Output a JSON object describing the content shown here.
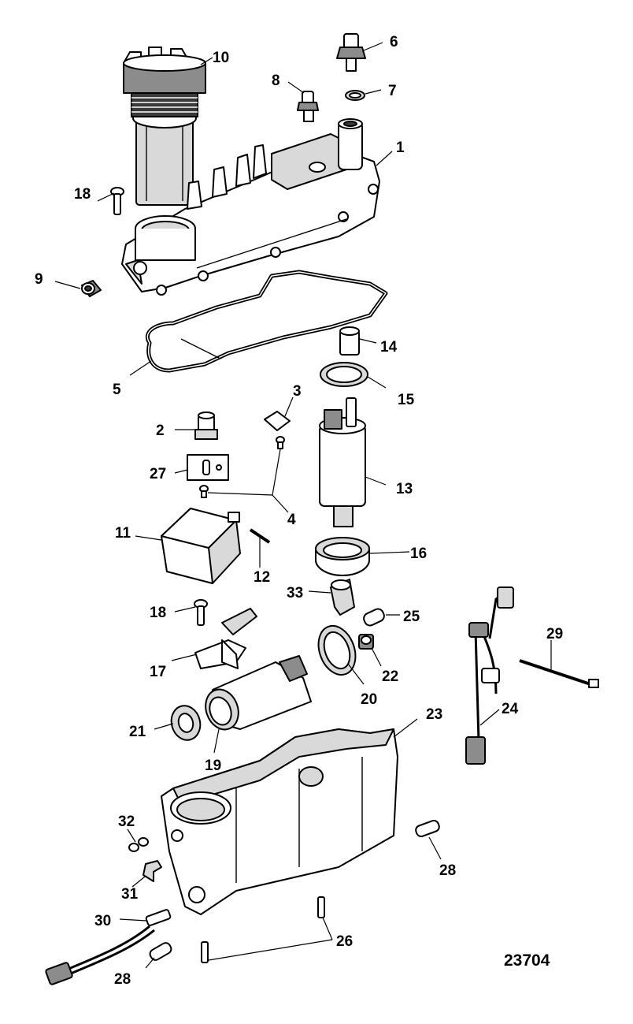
{
  "diagram": {
    "drawing_number": "23704",
    "callouts": [
      {
        "id": "c10",
        "label": "10"
      },
      {
        "id": "c6",
        "label": "6"
      },
      {
        "id": "c8",
        "label": "8"
      },
      {
        "id": "c7",
        "label": "7"
      },
      {
        "id": "c1",
        "label": "1"
      },
      {
        "id": "c18a",
        "label": "18"
      },
      {
        "id": "c9",
        "label": "9"
      },
      {
        "id": "c14",
        "label": "14"
      },
      {
        "id": "c5",
        "label": "5"
      },
      {
        "id": "c15",
        "label": "15"
      },
      {
        "id": "c3",
        "label": "3"
      },
      {
        "id": "c2",
        "label": "2"
      },
      {
        "id": "c27",
        "label": "27"
      },
      {
        "id": "c13",
        "label": "13"
      },
      {
        "id": "c4",
        "label": "4"
      },
      {
        "id": "c11",
        "label": "11"
      },
      {
        "id": "c16",
        "label": "16"
      },
      {
        "id": "c12",
        "label": "12"
      },
      {
        "id": "c33",
        "label": "33"
      },
      {
        "id": "c18b",
        "label": "18"
      },
      {
        "id": "c25",
        "label": "25"
      },
      {
        "id": "c29",
        "label": "29"
      },
      {
        "id": "c17",
        "label": "17"
      },
      {
        "id": "c22",
        "label": "22"
      },
      {
        "id": "c20",
        "label": "20"
      },
      {
        "id": "c24",
        "label": "24"
      },
      {
        "id": "c23",
        "label": "23"
      },
      {
        "id": "c21",
        "label": "21"
      },
      {
        "id": "c19",
        "label": "19"
      },
      {
        "id": "c32",
        "label": "32"
      },
      {
        "id": "c28a",
        "label": "28"
      },
      {
        "id": "c31",
        "label": "31"
      },
      {
        "id": "c30",
        "label": "30"
      },
      {
        "id": "c26",
        "label": "26"
      },
      {
        "id": "c28b",
        "label": "28"
      }
    ]
  }
}
